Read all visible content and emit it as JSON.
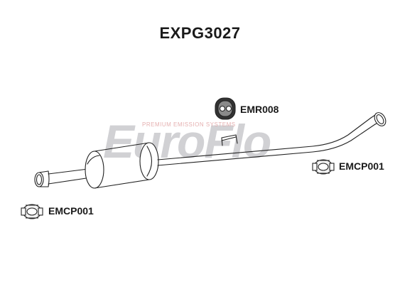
{
  "product_code": "EXPG3027",
  "watermark": {
    "brand": "EuroFlo",
    "tagline": "PREMIUM EMISSION SYSTEMS"
  },
  "parts": [
    {
      "code": "EMR008",
      "kind": "rubber-mount"
    },
    {
      "code": "EMCP001",
      "kind": "pipe-clamp"
    },
    {
      "code": "EMCP001",
      "kind": "pipe-clamp"
    }
  ],
  "colors": {
    "line": "#222222",
    "watermark_grey": "#c8c8cc",
    "watermark_red": "#e3a8a8"
  }
}
